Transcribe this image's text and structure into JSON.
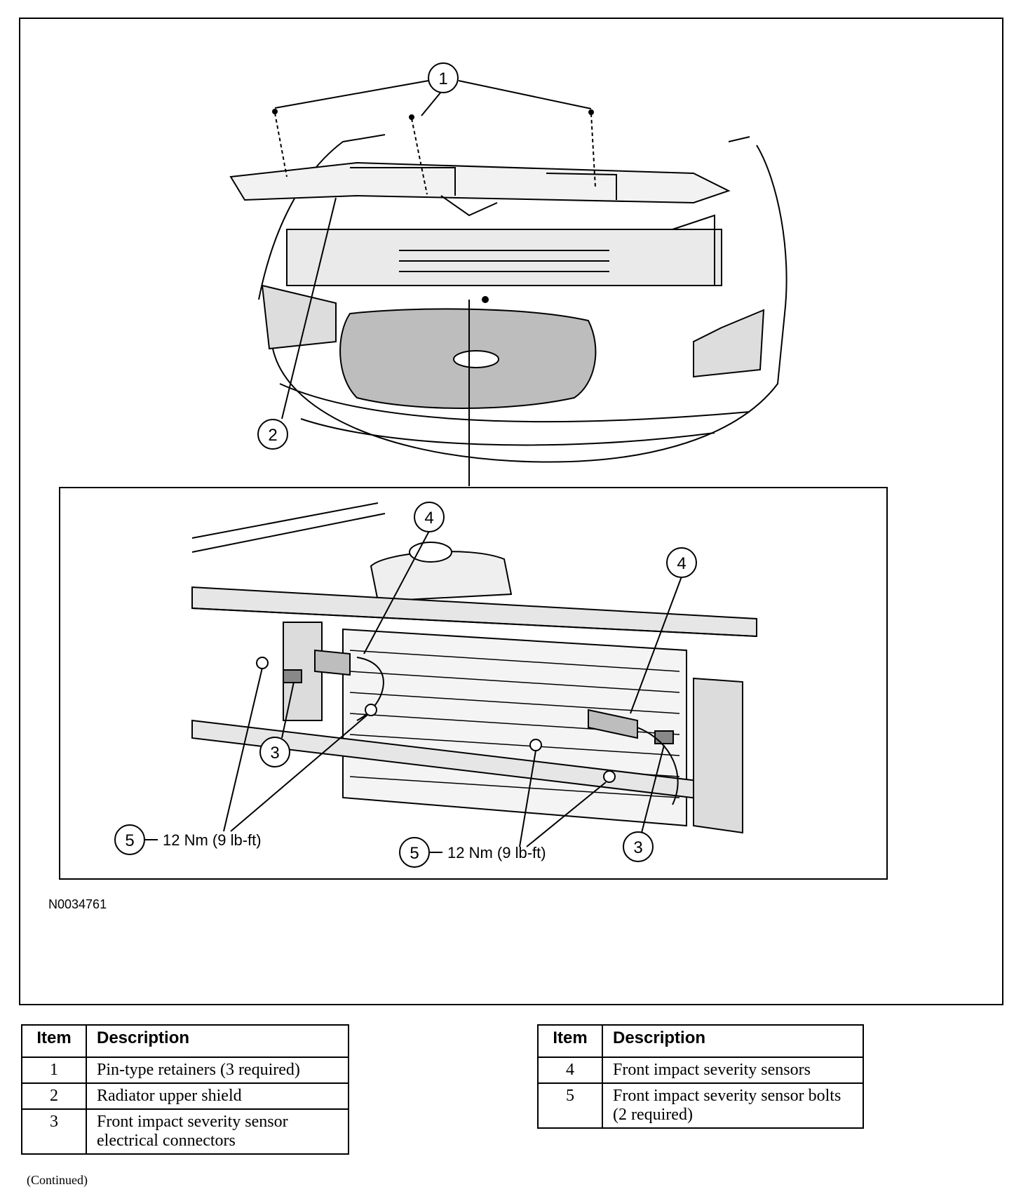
{
  "figure": {
    "figure_id": "N0034761",
    "callouts": {
      "c1": "1",
      "c2": "2",
      "c3a": "3",
      "c3b": "3",
      "c4a": "4",
      "c4b": "4",
      "c5a": "5",
      "c5b": "5"
    },
    "torque_left": "12 Nm (9 lb-ft)",
    "torque_right": "12 Nm (9 lb-ft)"
  },
  "legend_left": {
    "header_item": "Item",
    "header_description": "Description",
    "rows": [
      {
        "item": "1",
        "description": "Pin-type retainers (3 required)"
      },
      {
        "item": "2",
        "description": "Radiator upper shield"
      },
      {
        "item": "3",
        "description": "Front impact severity sensor electrical connectors"
      }
    ]
  },
  "legend_right": {
    "header_item": "Item",
    "header_description": "Description",
    "rows": [
      {
        "item": "4",
        "description": "Front impact severity sensors"
      },
      {
        "item": "5",
        "description": "Front impact severity sensor bolts (2 required)"
      }
    ]
  },
  "footer_note": "(Continued)"
}
